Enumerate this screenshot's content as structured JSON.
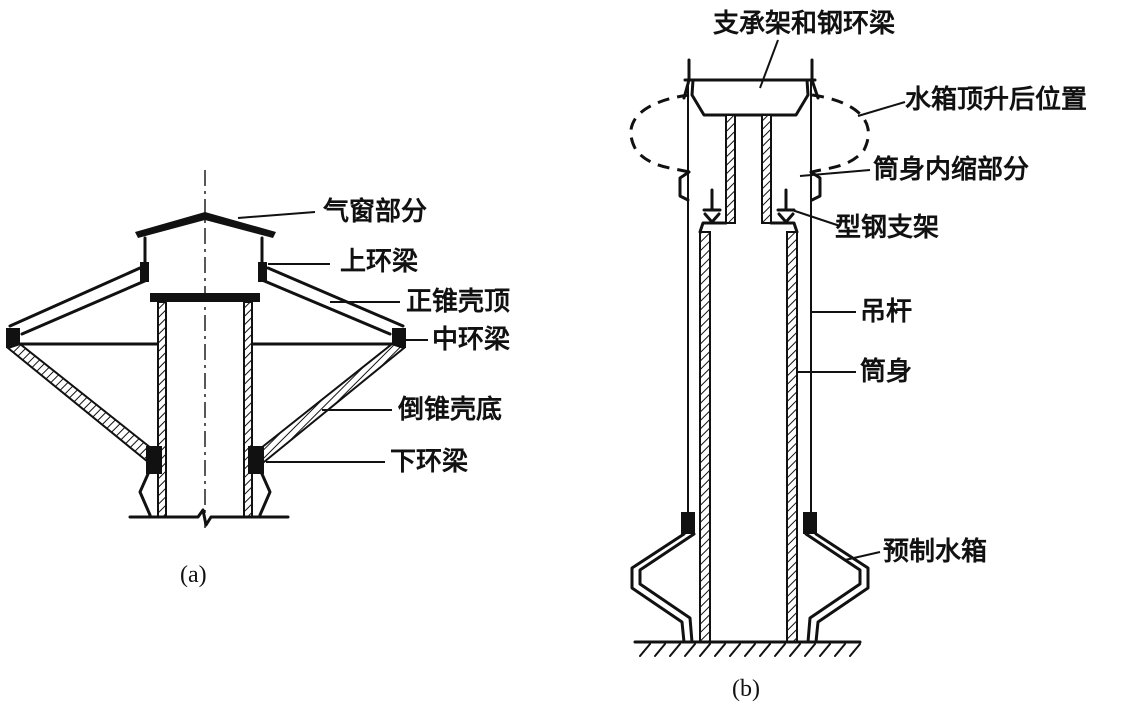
{
  "diagram_a": {
    "labels": {
      "air_window": "气窗部分",
      "upper_ring_beam": "上环梁",
      "cone_shell_top": "正锥壳顶",
      "middle_ring_beam": "中环梁",
      "inverted_cone_bottom": "倒锥壳底",
      "lower_ring_beam": "下环梁"
    },
    "caption": "(a)"
  },
  "diagram_b": {
    "labels": {
      "support_frame": "支承架和钢环梁",
      "tank_top_raised": "水箱顶升后位置",
      "shaft_recess": "筒身内缩部分",
      "steel_support": "型钢支架",
      "suspender": "吊杆",
      "shaft": "筒身",
      "precast_tank": "预制水箱"
    },
    "caption": "(b)"
  },
  "colors": {
    "ink": "#111111",
    "background": "#ffffff"
  }
}
